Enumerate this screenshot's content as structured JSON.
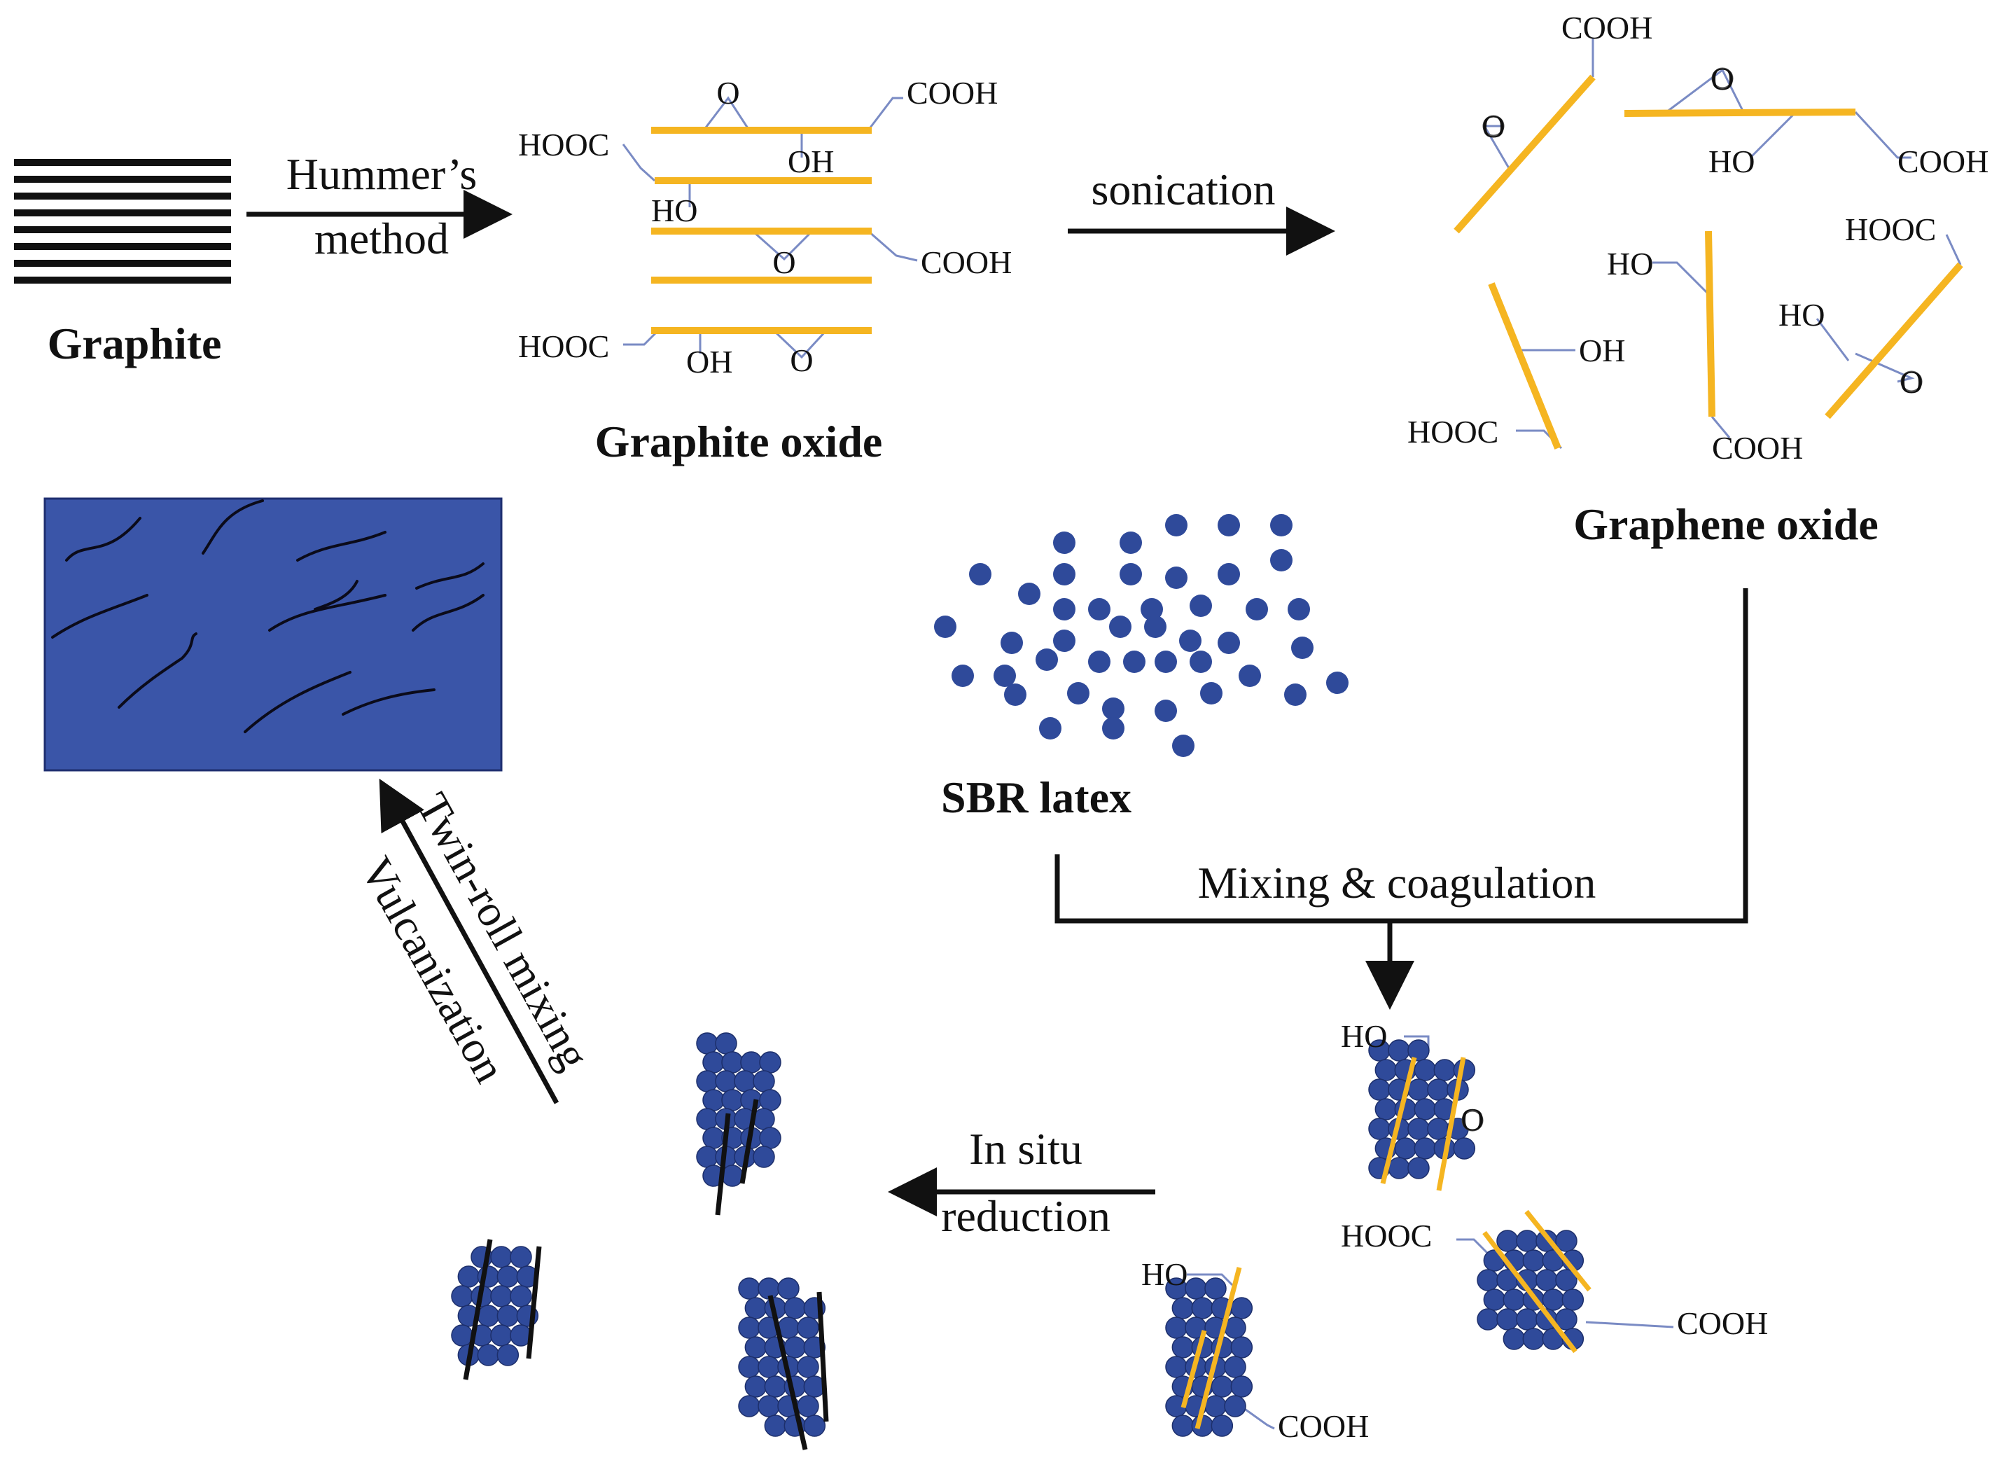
{
  "colors": {
    "sheet": "#f5b521",
    "bond": "#7a8bc4",
    "particle": "#2f4a9a",
    "composite": "#3a55a8",
    "ink": "#111111"
  },
  "graphite": {
    "label": "Graphite"
  },
  "hummers": {
    "line1": "Hummer’s",
    "line2": "method"
  },
  "graphite_oxide": {
    "label": "Graphite oxide",
    "groups": [
      "HOOC",
      "O",
      "COOH",
      "OH",
      "HO",
      "O",
      "COOH",
      "HOOC",
      "OH",
      "O"
    ]
  },
  "sonication": {
    "label": "sonication"
  },
  "graphene_oxide": {
    "label": "Graphene oxide",
    "groups": [
      "COOH",
      "O",
      "O",
      "HO",
      "COOH",
      "HOOC",
      "HO",
      "OH",
      "HO",
      "O",
      "HOOC",
      "COOH"
    ]
  },
  "sbr_latex": {
    "label": "SBR latex"
  },
  "mixing": {
    "label": "Mixing & coagulation"
  },
  "coagulated": {
    "groups": [
      "HO",
      "O",
      "HOOC",
      "COOH",
      "HO",
      "COOH"
    ]
  },
  "reduction": {
    "line1": "In situ",
    "line2": "reduction"
  },
  "twin_roll": {
    "line1": "Twin-roll mixing",
    "line2": "Vulcanization"
  }
}
